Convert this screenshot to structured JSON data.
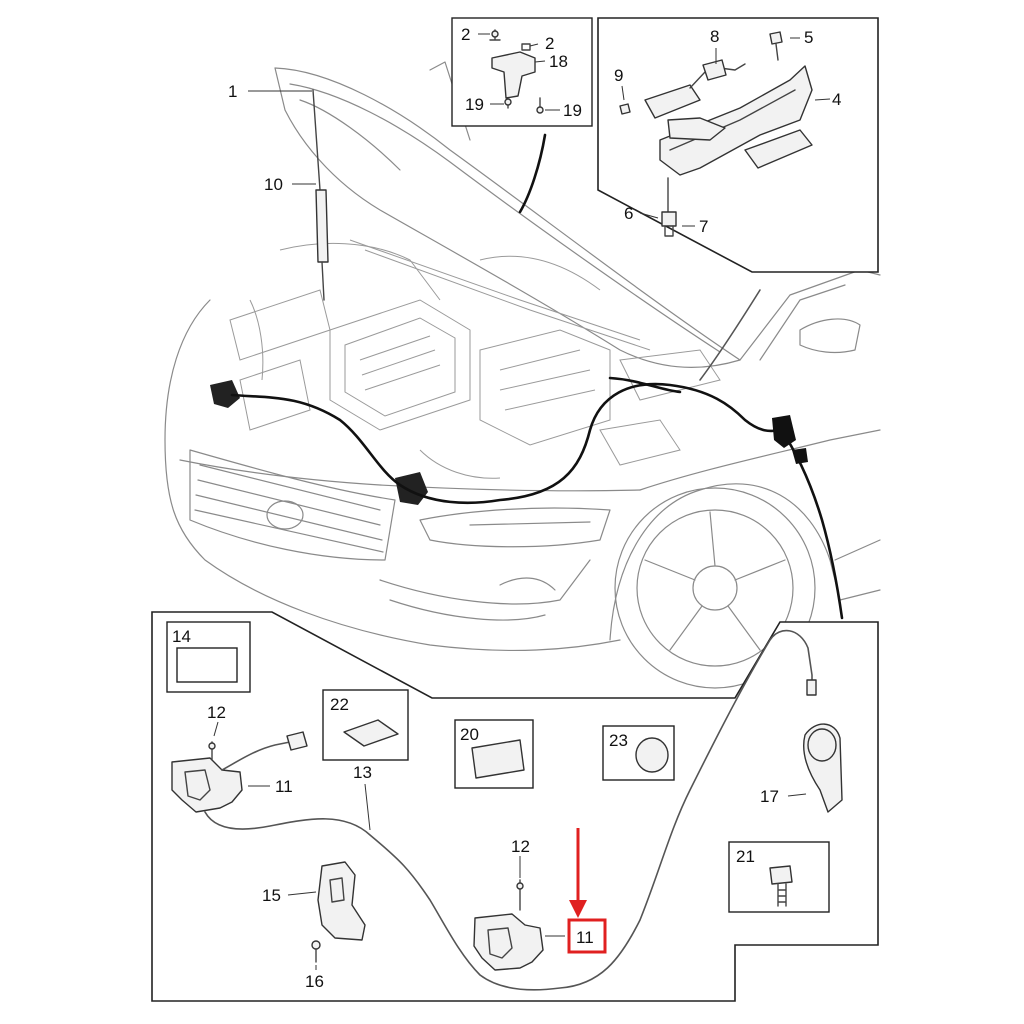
{
  "diagram": {
    "callouts": {
      "c1": "1",
      "c2a": "2",
      "c2b": "2",
      "c4": "4",
      "c5": "5",
      "c6": "6",
      "c7": "7",
      "c8": "8",
      "c9": "9",
      "c10": "10",
      "c11a": "11",
      "c11b": "11",
      "c12a": "12",
      "c12b": "12",
      "c13": "13",
      "c14": "14",
      "c15": "15",
      "c16": "16",
      "c17": "17",
      "c18": "18",
      "c19a": "19",
      "c19b": "19",
      "c20": "20",
      "c21": "21",
      "c22": "22",
      "c23": "23"
    },
    "highlight": {
      "color": "#e02020"
    }
  }
}
